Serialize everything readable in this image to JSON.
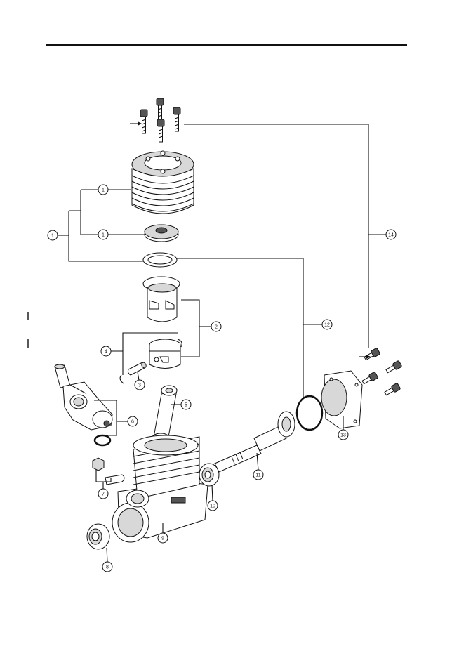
{
  "callouts": [
    {
      "id": "c1a",
      "label": "1"
    },
    {
      "id": "c1b",
      "label": "1"
    },
    {
      "id": "c1c",
      "label": "1"
    },
    {
      "id": "c2",
      "label": "2"
    },
    {
      "id": "c3",
      "label": "3"
    },
    {
      "id": "c4",
      "label": "4"
    },
    {
      "id": "c5",
      "label": "5"
    },
    {
      "id": "c6",
      "label": "6"
    },
    {
      "id": "c7",
      "label": "7"
    },
    {
      "id": "c8",
      "label": "8"
    },
    {
      "id": "c9",
      "label": "9"
    },
    {
      "id": "c10",
      "label": "10"
    },
    {
      "id": "c11",
      "label": "11"
    },
    {
      "id": "c12",
      "label": "12"
    },
    {
      "id": "c13",
      "label": "13"
    },
    {
      "id": "c14",
      "label": "14"
    }
  ],
  "colors": {
    "ink": "#111111",
    "paper": "#ffffff",
    "shade": "#d8d8d8"
  }
}
